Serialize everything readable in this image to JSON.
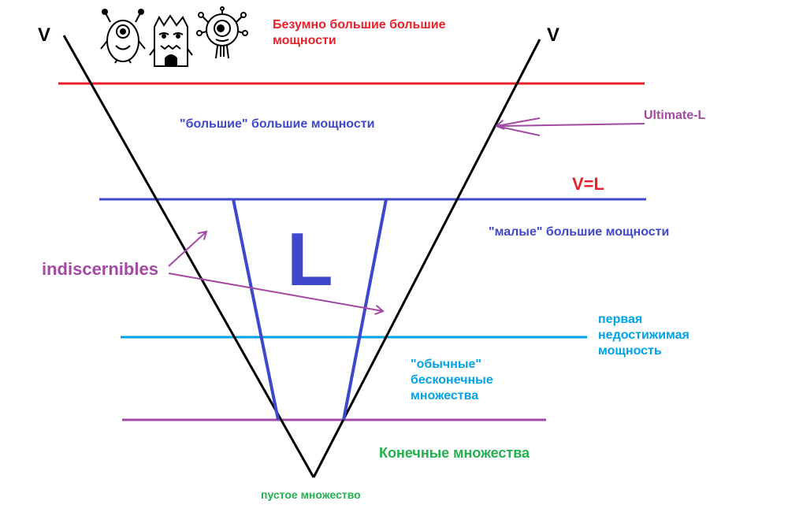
{
  "labels": {
    "v_left": "V",
    "v_right": "V",
    "insane_cardinals": "Безумно большие большие\nмощности",
    "big_large_cardinals": "\"большие\" большие мощности",
    "ultimate_l": "Ultimate-L",
    "v_equals_l": "V=L",
    "small_large_cardinals": "\"малые\" большие мощности",
    "l_letter": "L",
    "indiscernibles": "indiscernibles",
    "first_inaccessible": "первая\nнедостижимая\nмощность",
    "ordinary_infinite_sets": "\"обычные\"\nбесконечные\nмножества",
    "finite_sets": "Конечные множества",
    "empty_set": "пустое множество"
  },
  "colors": {
    "black": "#000000",
    "red": "#e8202a",
    "blue": "#3f48cc",
    "purple": "#a349a4",
    "cyan": "#00a2e8",
    "green": "#22b14c"
  },
  "icons": [
    "monster-one-eye-icon",
    "monster-zigzag-mouth-icon",
    "monster-cyclops-tentacles-icon"
  ]
}
